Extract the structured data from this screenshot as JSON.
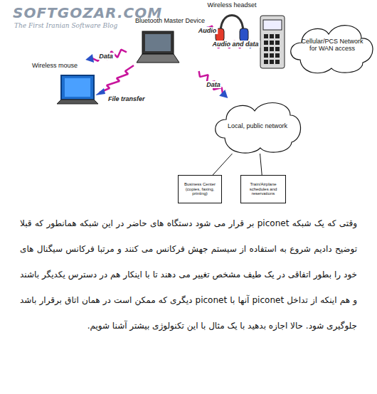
{
  "diagram": {
    "nodes": [
      {
        "text": [
          "Wireless headset"
        ]
      },
      {
        "text": [
          "Bluetooth Master Device"
        ]
      },
      {
        "text": [
          "Cellular/PCS Network for WAN access"
        ]
      },
      {
        "text": [
          "Wireless mouse"
        ]
      },
      {
        "text": [
          "Local, public network"
        ]
      },
      {
        "text": [
          "Business Center (copies, faxing, printing)"
        ]
      },
      {
        "text": [
          "Train/Airplane schedules and reservations"
        ]
      }
    ],
    "edges": [
      {
        "from": 1,
        "to": 0,
        "label": "Audio",
        "arrow": "to"
      },
      {
        "from": 1,
        "to": 2,
        "label": "Audio and data",
        "arrow": "to"
      },
      {
        "from": 1,
        "to": 3,
        "label": "Data",
        "arrow": "to"
      },
      {
        "from": 1,
        "to": 4,
        "label": "Data",
        "arrow": "to"
      },
      {
        "from": 4,
        "to": 5,
        "arrow": "none"
      },
      {
        "from": 4,
        "to": 6,
        "arrow": "none"
      }
    ],
    "labels": [
      "SOFTGOZAR.COM",
      "The First Iranian Software Blog",
      "File transfer",
      "وقتی که یک شبکه piconet بر قرار می شود دستگاه های حاضر در این شبکه همانطور که قبلا توضیح دادیم شروع به استفاده از سیستم جهش فرکانس می کنند و مرتبا فرکانس سیگنال های خود را بطور اتفاقی در یک طیف مشخص تغییر می دهند تا با اینکار هم در دسترس یکدیگر باشند و هم اینکه از تداخل piconet آنها با piconet دیگری که ممکن است در همان اتاق برقرار باشد جلوگیری شود. حالا اجازه بدهید با یک مثال با این تکنولوژی بیشتر آشنا شویم."
    ]
  }
}
